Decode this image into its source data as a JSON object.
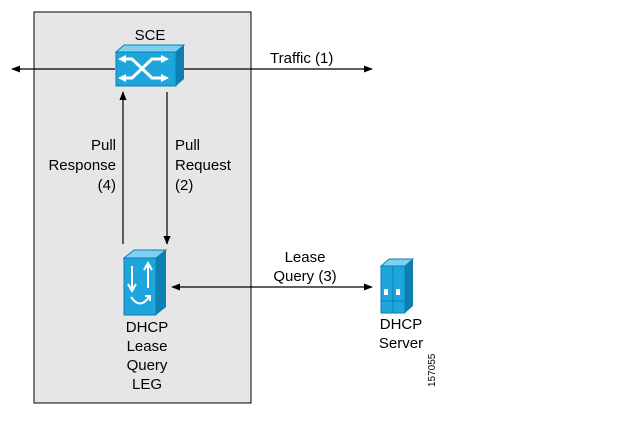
{
  "sce": {
    "label": "SCE"
  },
  "traffic": {
    "label": "Traffic (1)"
  },
  "pull_response": {
    "line1": "Pull",
    "line2": "Response",
    "line3": "(4)"
  },
  "pull_request": {
    "line1": "Pull",
    "line2": "Request",
    "line3": "(2)"
  },
  "lease_query": {
    "line1": "Lease",
    "line2": "Query (3)"
  },
  "leg": {
    "line1": "DHCP",
    "line2": "Lease",
    "line3": "Query",
    "line4": "LEG"
  },
  "dhcp_server": {
    "line1": "DHCP",
    "line2": "Server"
  },
  "figure_id": "157055",
  "colors": {
    "panel": "#e6e6e6",
    "device": "#1ea6dc",
    "device_dark": "#0d7fb0"
  },
  "icons": {
    "sce": "sce-switch-icon",
    "leg": "leg-device-icon",
    "server": "server-icon"
  }
}
